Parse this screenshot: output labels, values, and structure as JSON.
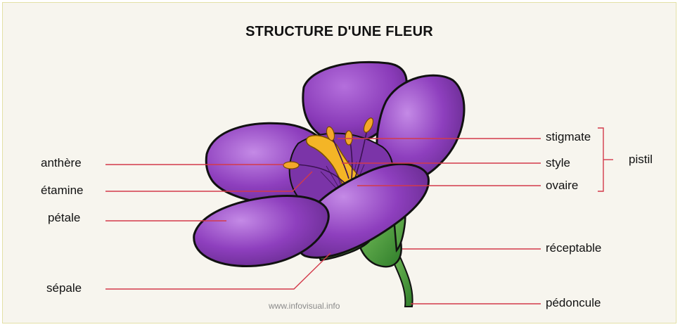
{
  "title": "STRUCTURE D'UNE FLEUR",
  "labels": {
    "anthere": "anthère",
    "etamine": "étamine",
    "petale": "pétale",
    "sepale": "sépale",
    "stigmate": "stigmate",
    "style": "style",
    "ovaire": "ovaire",
    "pistil": "pistil",
    "receptable": "réceptable",
    "pedoncule": "pédoncule"
  },
  "watermark": "www.infovisual.info",
  "colors": {
    "petal": "#8e3fbe",
    "petal_light": "#b775dd",
    "petal_dark": "#6a2a93",
    "pistil": "#f4b526",
    "green": "#4ea43f",
    "leader_line": "#d33a4a",
    "background": "#f7f5ee"
  }
}
